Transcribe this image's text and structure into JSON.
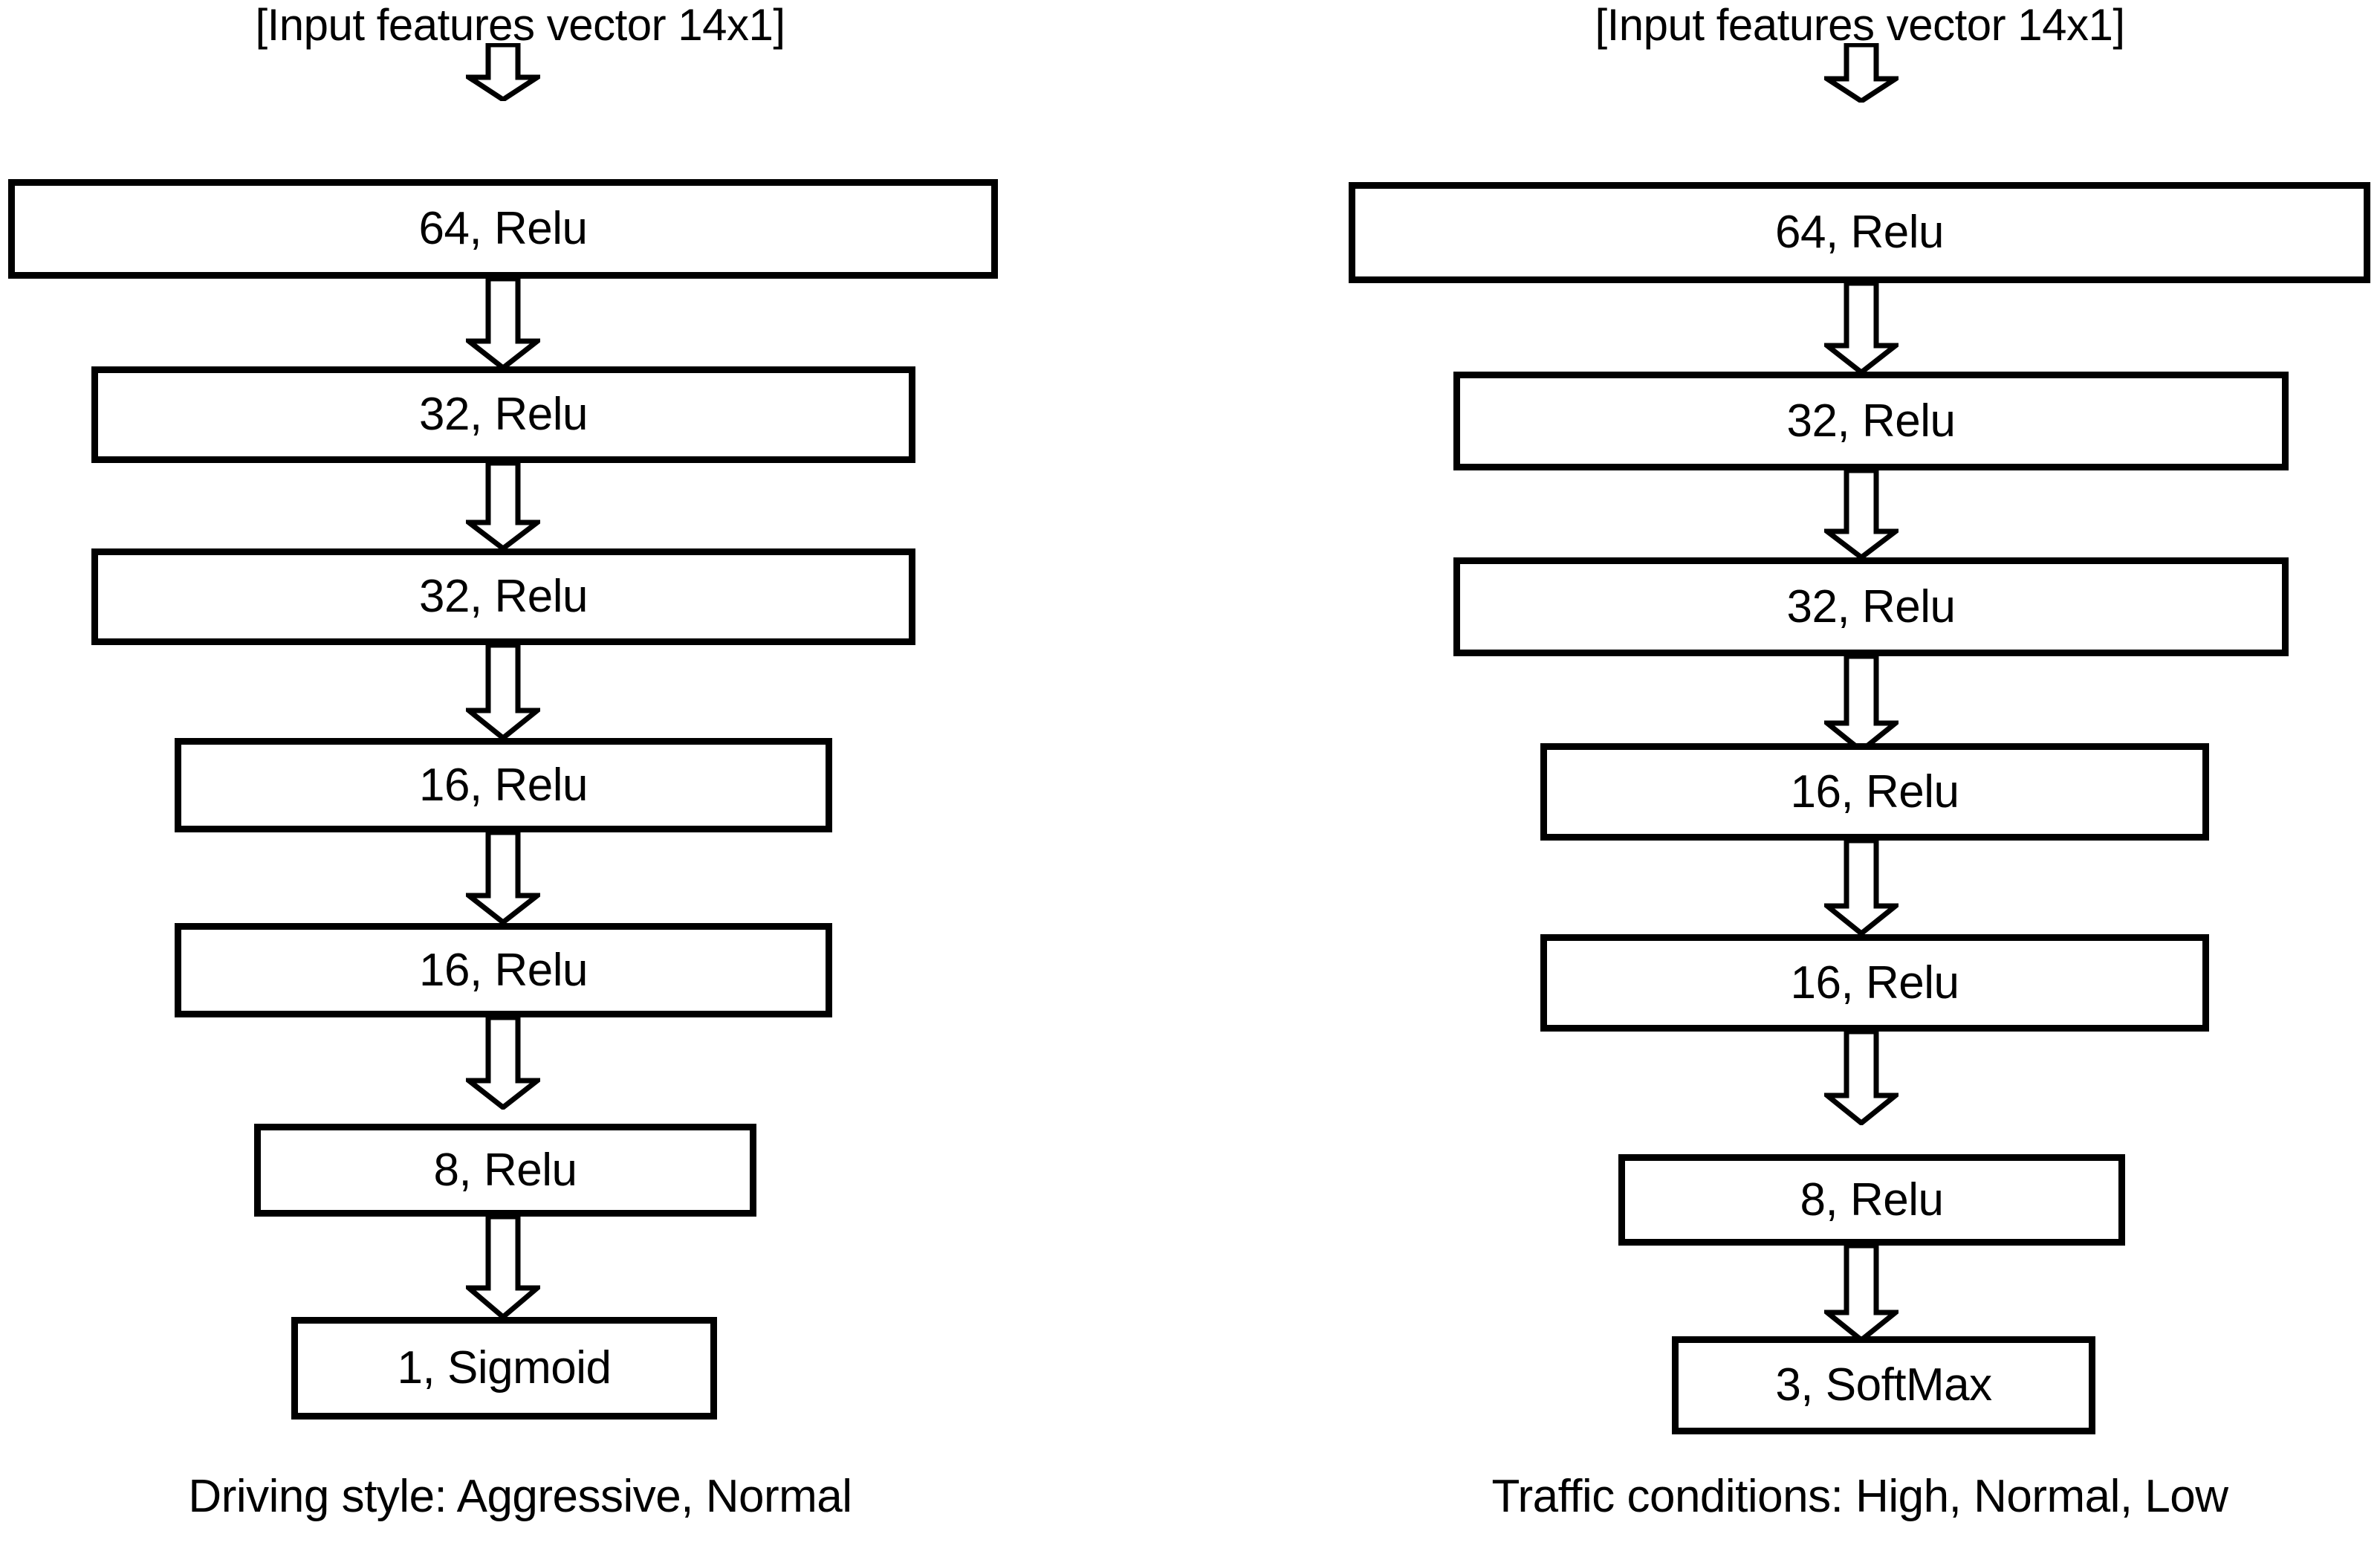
{
  "diagrams": [
    {
      "id": "driving-style-network",
      "input_label": "[Input features vector 14x1]",
      "output_caption": "Driving style: Aggressive, Normal",
      "layers": [
        {
          "label": "64, Relu",
          "units": 64,
          "activation": "Relu"
        },
        {
          "label": "32, Relu",
          "units": 32,
          "activation": "Relu"
        },
        {
          "label": "32, Relu",
          "units": 32,
          "activation": "Relu"
        },
        {
          "label": "16, Relu",
          "units": 16,
          "activation": "Relu"
        },
        {
          "label": "16, Relu",
          "units": 16,
          "activation": "Relu"
        },
        {
          "label": "8, Relu",
          "units": 8,
          "activation": "Relu"
        },
        {
          "label": "1, Sigmoid",
          "units": 1,
          "activation": "Sigmoid"
        }
      ],
      "classes": [
        "Aggressive",
        "Normal"
      ]
    },
    {
      "id": "traffic-conditions-network",
      "input_label": "[Input features vector 14x1]",
      "output_caption": "Traffic conditions: High, Normal, Low",
      "layers": [
        {
          "label": "64, Relu",
          "units": 64,
          "activation": "Relu"
        },
        {
          "label": "32, Relu",
          "units": 32,
          "activation": "Relu"
        },
        {
          "label": "32, Relu",
          "units": 32,
          "activation": "Relu"
        },
        {
          "label": "16, Relu",
          "units": 16,
          "activation": "Relu"
        },
        {
          "label": "16, Relu",
          "units": 16,
          "activation": "Relu"
        },
        {
          "label": "8, Relu",
          "units": 8,
          "activation": "Relu"
        },
        {
          "label": "3, SoftMax",
          "units": 3,
          "activation": "SoftMax"
        }
      ],
      "classes": [
        "High",
        "Normal",
        "Low"
      ]
    }
  ],
  "style": {
    "background": "#ffffff",
    "stroke": "#000000",
    "box_fill": "#ffffff"
  }
}
